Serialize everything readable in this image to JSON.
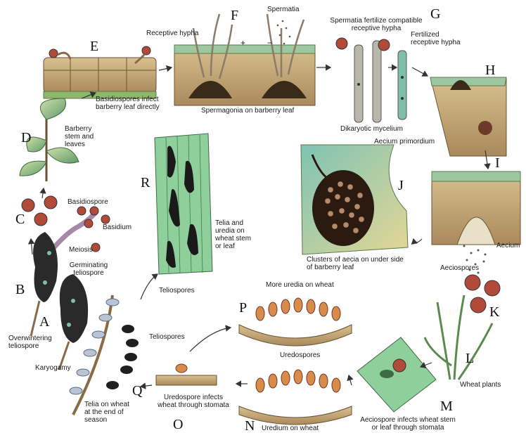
{
  "stage_letters": {
    "A": "A",
    "B": "B",
    "C": "C",
    "D": "D",
    "E": "E",
    "F": "F",
    "G": "G",
    "H": "H",
    "I": "I",
    "J": "J",
    "K": "K",
    "L": "L",
    "M": "M",
    "N": "N",
    "O": "O",
    "P": "P",
    "Q": "Q",
    "R": "R"
  },
  "labels": {
    "spermatia": "Spermatia",
    "receptive_hypha": "Receptive hypha",
    "spermatia_fertilize_1": "Spermatia fertilize compatible",
    "spermatia_fertilize_2": "receptive hypha",
    "fertilized_hypha_1": "Fertilized",
    "fertilized_hypha_2": "receptive hypha",
    "basidiospores_infect_1": "Basidiospores infect",
    "basidiospores_infect_2": "barberry leaf directly",
    "spermagonia": "Spermagonia on barberry leaf",
    "dikaryotic": "Dikaryotic mycelium",
    "aecium_primordium": "Aecium primordium",
    "barberry_1": "Barberry",
    "barberry_2": "stem and",
    "barberry_3": "leaves",
    "basidiospore": "Basidiospore",
    "basidium": "Basidium",
    "meiosis": "Meiosis",
    "germinating_1": "Germinating",
    "germinating_2": "teliospore",
    "overwintering_1": "Overwintering",
    "overwintering_2": "teliospore",
    "karyogamy": "Karyogamy",
    "telia_uredia_1": "Telia and",
    "telia_uredia_2": "uredia on",
    "telia_uredia_3": "wheat stem",
    "telia_uredia_4": "or leaf",
    "clusters_1": "Clusters of aecia on under side",
    "clusters_2": "of barberry leaf",
    "aecium": "Aecium",
    "aeciospores": "Aeciospores",
    "teliospores_top": "Teliospores",
    "teliospores_mid": "Teliospores",
    "more_uredia": "More uredia on wheat",
    "uredospores": "Uredospores",
    "wheat_plants": "Wheat plants",
    "uredospore_infects_1": "Uredospore infects",
    "uredospore_infects_2": "wheat through stomata",
    "aeciospore_infects_1": "Aeciospore infects wheat stem",
    "aeciospore_infects_2": "or leaf through stomata",
    "telia_end_1": "Telia on wheat",
    "telia_end_2": "at the end of",
    "telia_end_3": "season",
    "uredium": "Uredium on wheat",
    "plus_sign": "+",
    "minus_sign": "−"
  },
  "colors": {
    "tissue": "#c9a77a",
    "tissue_dark": "#8a6a45",
    "spore": "#b24a3a",
    "leaf_green": "#7fae6a",
    "teliospore": "#1f1f1f",
    "urediospore": "#d98c4a"
  }
}
